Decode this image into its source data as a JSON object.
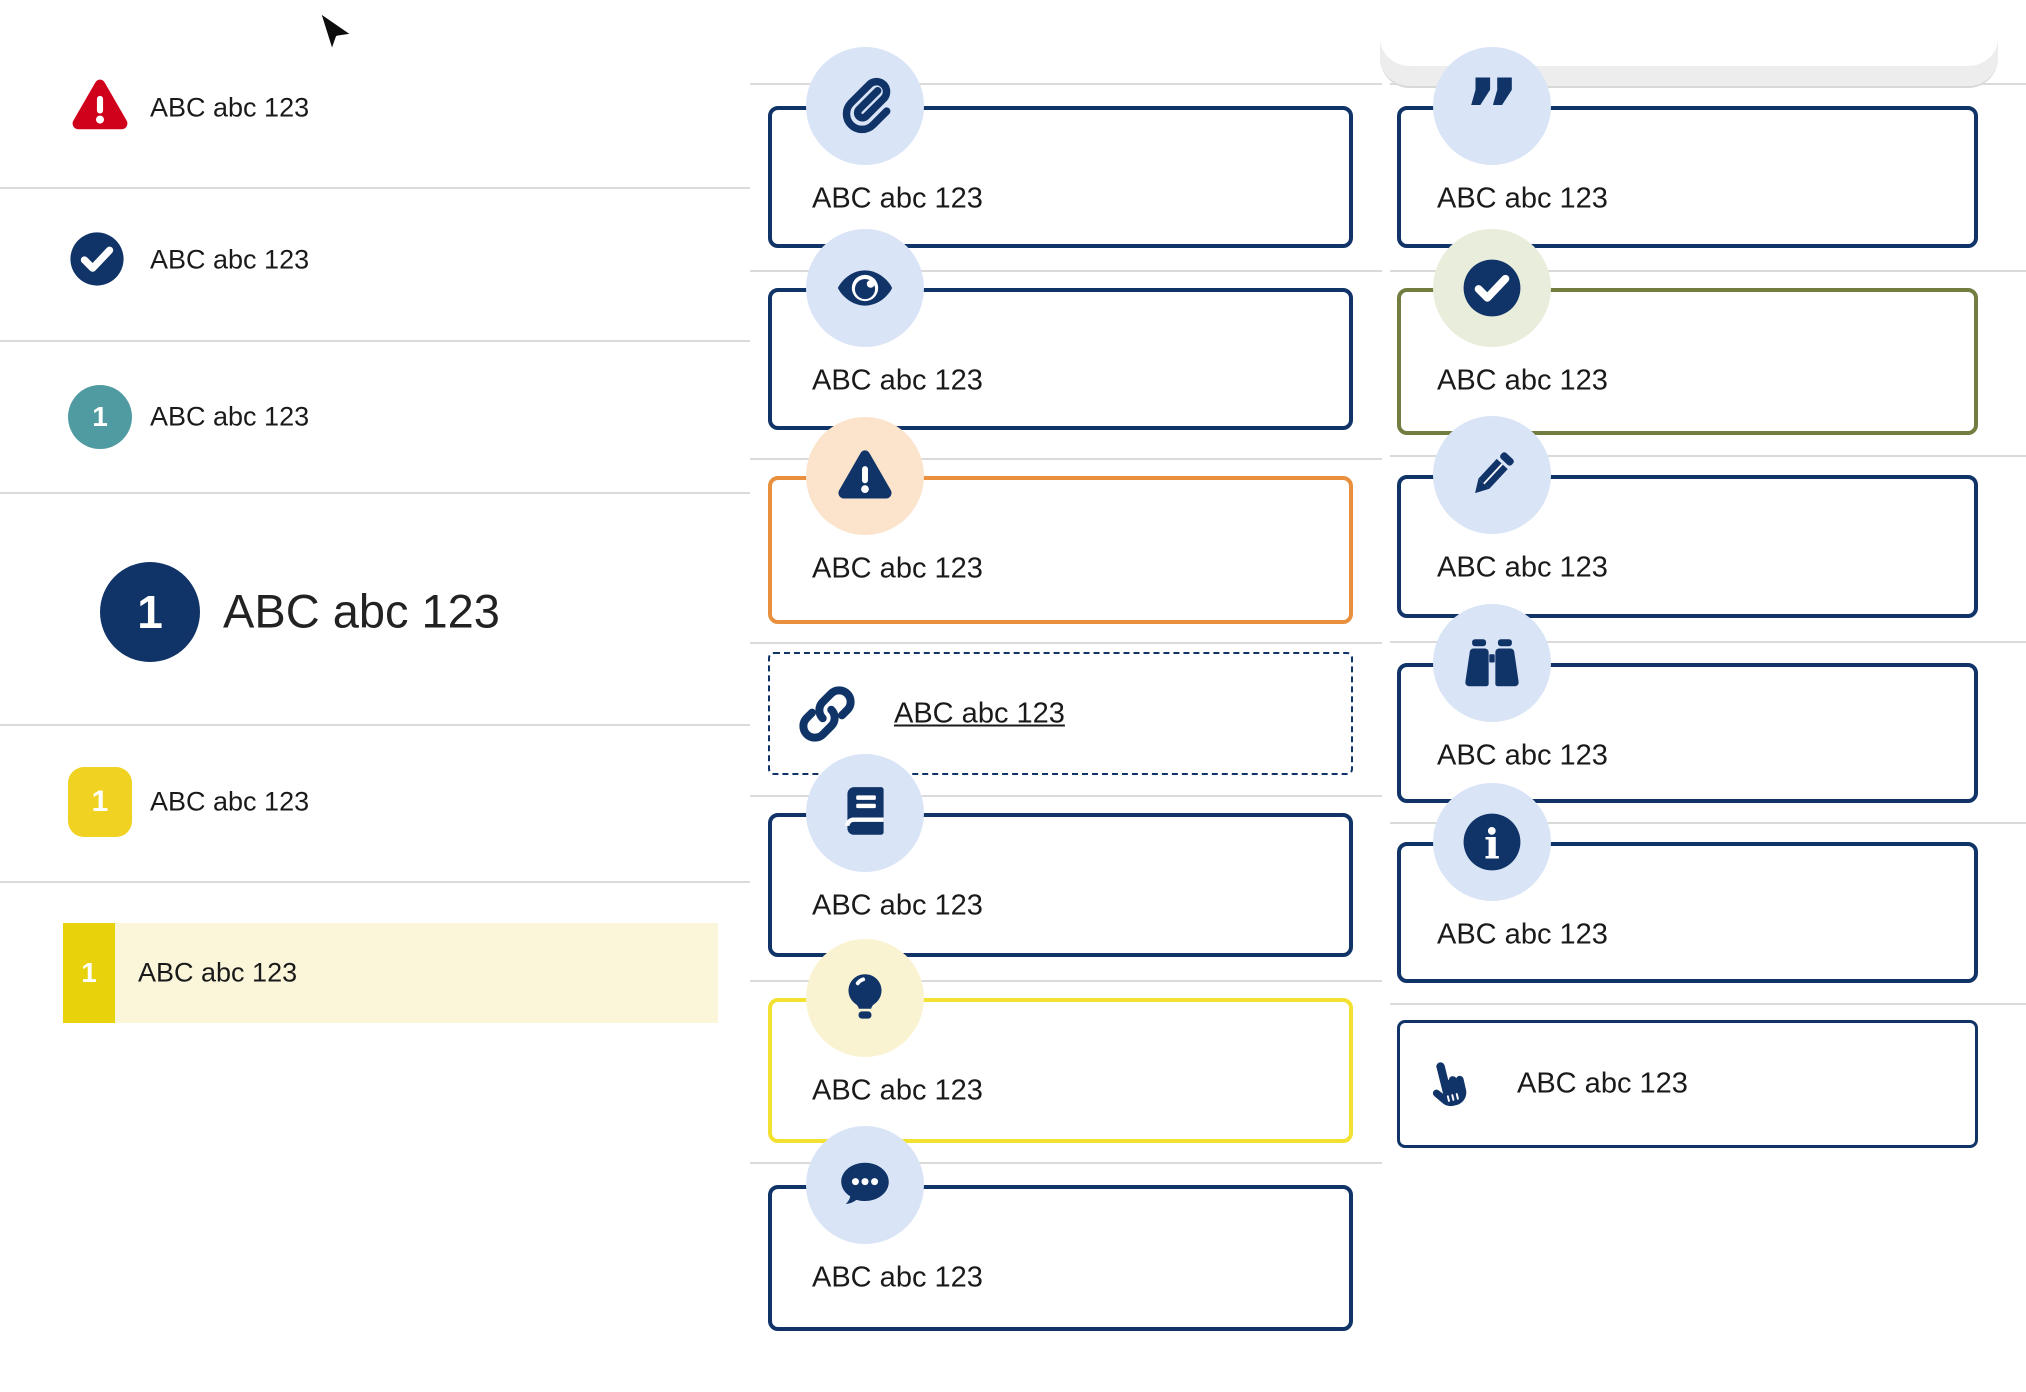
{
  "colors": {
    "navy": "#113468",
    "red": "#d0021b",
    "teal": "#4f9ba1",
    "yellow_badge": "#f0d322",
    "yellow_badge_dark": "#e7d20c",
    "cream_highlight": "#fbf6da",
    "orange_border": "#e8903d",
    "olive_border": "#717e40",
    "yellow_border": "#f2e130",
    "light_blue_circle": "#d9e4f7",
    "peach_circle": "#fbe3cc",
    "light_yellow_circle": "#faf3d2",
    "light_green_circle": "#e8eedb",
    "divider": "#dadada",
    "text": "#1a1a1a"
  },
  "left": {
    "items": [
      {
        "icon": "warning-triangle-icon",
        "label": "ABC abc 123"
      },
      {
        "icon": "check-circle-icon",
        "label": "ABC abc 123"
      },
      {
        "icon": "number-circle-teal",
        "badge": "1",
        "label": "ABC abc 123"
      },
      {
        "icon": "number-circle-navy",
        "badge": "1",
        "label": "ABC abc 123"
      },
      {
        "icon": "number-square-yellow",
        "badge": "1",
        "label": "ABC abc 123"
      },
      {
        "icon": "number-bar-yellow",
        "badge": "1",
        "label": "ABC abc 123"
      }
    ]
  },
  "middle": {
    "cards": [
      {
        "icon": "paperclip-icon",
        "label": "ABC abc 123",
        "variant": "navy"
      },
      {
        "icon": "eye-icon",
        "label": "ABC abc 123",
        "variant": "navy"
      },
      {
        "icon": "warning-triangle-icon",
        "label": "ABC abc 123",
        "variant": "orange"
      },
      {
        "icon": "link-icon",
        "label": "ABC abc 123",
        "variant": "link"
      },
      {
        "icon": "book-icon",
        "label": "ABC abc 123",
        "variant": "navy"
      },
      {
        "icon": "lightbulb-icon",
        "label": "ABC abc 123",
        "variant": "yellow"
      },
      {
        "icon": "chat-icon",
        "label": "ABC abc 123",
        "variant": "navy"
      }
    ]
  },
  "right": {
    "cards": [
      {
        "icon": "quote-icon",
        "label": "ABC abc 123",
        "variant": "navy"
      },
      {
        "icon": "check-circle-icon",
        "label": "ABC abc 123",
        "variant": "olive"
      },
      {
        "icon": "pencil-icon",
        "label": "ABC abc 123",
        "variant": "navy"
      },
      {
        "icon": "binoculars-icon",
        "label": "ABC abc 123",
        "variant": "navy"
      },
      {
        "icon": "info-icon",
        "label": "ABC abc 123",
        "variant": "navy"
      },
      {
        "icon": "hand-pointer-icon",
        "label": "ABC abc 123",
        "variant": "hand"
      }
    ]
  }
}
